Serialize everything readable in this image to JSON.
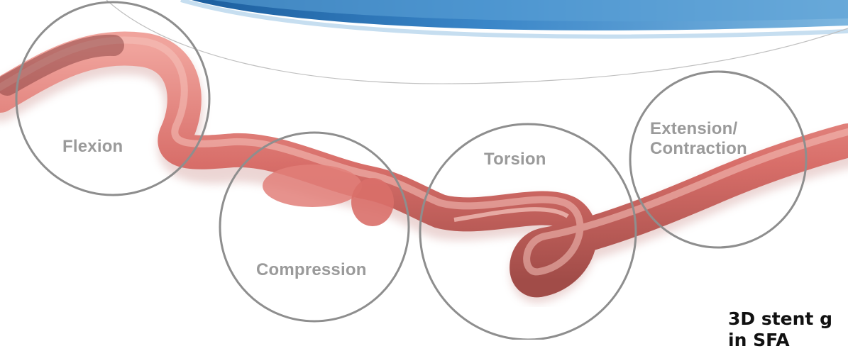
{
  "labels": {
    "flexion": "Flexion",
    "compression": "Compression",
    "torsion": "Torsion",
    "extension_line1": "Extension/",
    "extension_line2": "Contraction"
  },
  "caption": {
    "line1": "3D stent g",
    "line2": "in SFA"
  },
  "colors": {
    "vessel": "#d9706c",
    "vessel_dark": "#8a3e3b",
    "vessel_highlight": "#f4b7b0",
    "circle_stroke": "#8e8e8e",
    "label": "#9a9a9a",
    "header_blue": "#2f7fc1",
    "header_light": "#a9cfe8"
  }
}
